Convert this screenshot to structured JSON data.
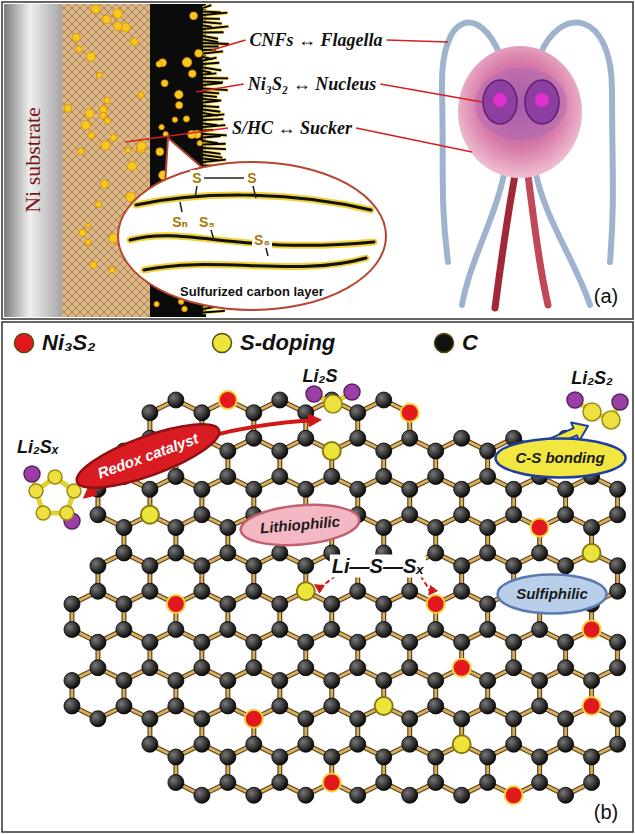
{
  "diagram": {
    "nodes": [
      {
        "text": [
          "Sulfurized carbon layer"
        ]
      },
      {
        "text": [
          "Redox catalyst"
        ]
      },
      {
        "text": [
          "C-S bonding"
        ]
      },
      {
        "text": [
          "Lithiophilic"
        ]
      },
      {
        "text": [
          "Sulfiphilic"
        ]
      }
    ],
    "labels": [
      "Ni substrate",
      "CNFs ↔ Flagella",
      "Ni₃S₂ ↔ Nucleus",
      "S/HC ↔ Sucker",
      "S",
      "S",
      "Sₙ",
      "S₅",
      "S₈",
      "(a)",
      "Li₂Sₓ",
      "Li₂S",
      "Li₂S₂",
      "Li—S—Sₓ",
      "(b)"
    ],
    "legend": [
      {
        "text": "Ni₃S₂",
        "color": "#e3171e"
      },
      {
        "text": "S-doping",
        "color": "#ece43a"
      },
      {
        "text": "C",
        "color": "#111111"
      }
    ]
  }
}
